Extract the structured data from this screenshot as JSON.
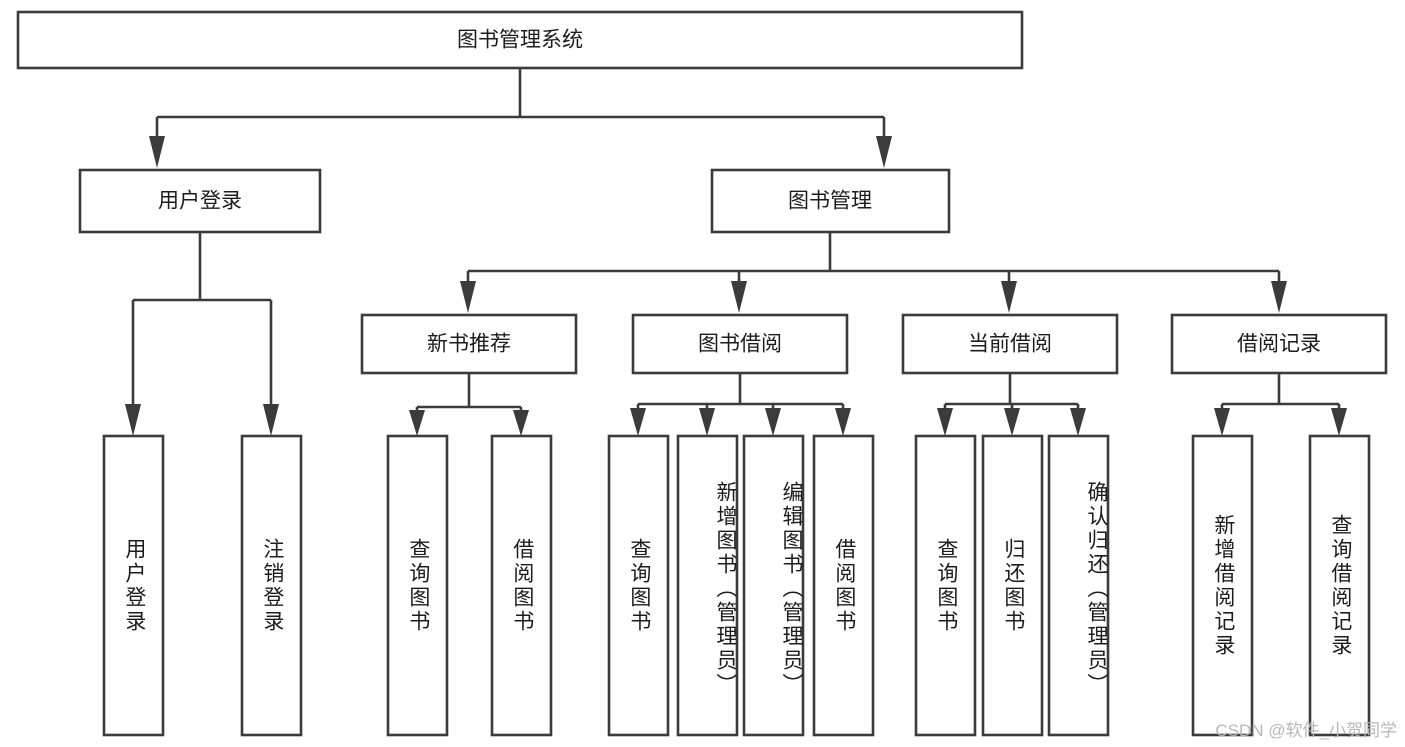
{
  "diagram": {
    "type": "tree",
    "title": "图书管理系统",
    "root": {
      "label": "图书管理系统",
      "id": "root"
    },
    "level2": [
      {
        "id": "user-login",
        "label": "用户登录"
      },
      {
        "id": "book-manage",
        "label": "图书管理"
      }
    ],
    "level3": [
      {
        "id": "new-book-recommend",
        "label": "新书推荐",
        "parent": "book-manage"
      },
      {
        "id": "book-borrow",
        "label": "图书借阅",
        "parent": "book-manage"
      },
      {
        "id": "current-borrow",
        "label": "当前借阅",
        "parent": "book-manage"
      },
      {
        "id": "borrow-record",
        "label": "借阅记录",
        "parent": "book-manage"
      }
    ],
    "leaves": {
      "user-login": [
        {
          "id": "leaf-user-login",
          "label": "用户登录"
        },
        {
          "id": "leaf-logout",
          "label": "注销登录"
        }
      ],
      "new-book-recommend": [
        {
          "id": "leaf-query-book-1",
          "label": "查询图书"
        },
        {
          "id": "leaf-borrow-book-1",
          "label": "借阅图书"
        }
      ],
      "book-borrow": [
        {
          "id": "leaf-query-book-2",
          "label": "查询图书"
        },
        {
          "id": "leaf-add-book",
          "label": "新增图书（管理员）"
        },
        {
          "id": "leaf-edit-book",
          "label": "编辑图书（管理员）"
        },
        {
          "id": "leaf-borrow-book-2",
          "label": "借阅图书"
        }
      ],
      "current-borrow": [
        {
          "id": "leaf-query-book-3",
          "label": "查询图书"
        },
        {
          "id": "leaf-return-book",
          "label": "归还图书"
        },
        {
          "id": "leaf-confirm-return",
          "label": "确认归还（管理员）"
        }
      ],
      "borrow-record": [
        {
          "id": "leaf-add-record",
          "label": "新增借阅记录"
        },
        {
          "id": "leaf-query-record",
          "label": "查询借阅记录"
        }
      ]
    }
  },
  "watermark": {
    "text": "CSDN @软件_小贺同学"
  },
  "colors": {
    "stroke": "#3b3b3b",
    "fill": "#ffffff",
    "text": "#1c1c1c",
    "watermark": "#b8b8b8"
  }
}
